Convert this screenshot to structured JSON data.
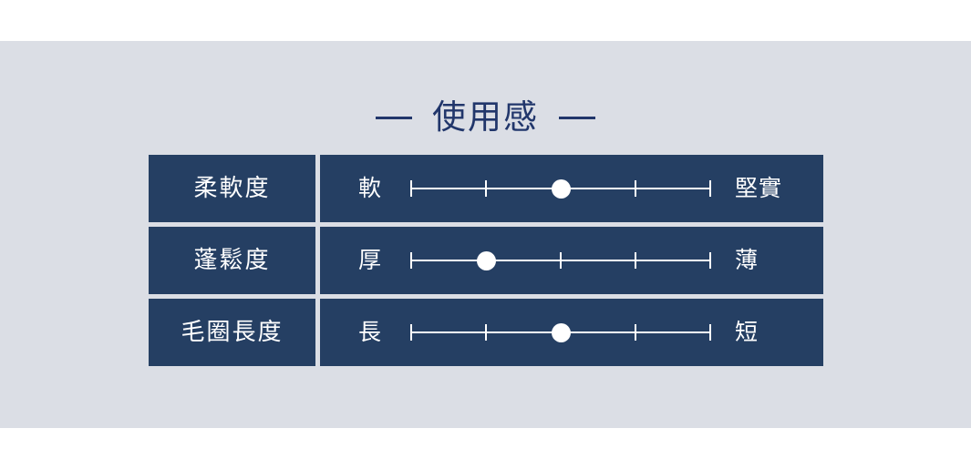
{
  "theme": {
    "background": "#ffffff",
    "panel_background": "#dbdee5",
    "navy": "#253f63",
    "title_navy": "#21366b",
    "marker": "#ffffff"
  },
  "header": {
    "title": "使用感",
    "left_rule": "—",
    "right_rule": "—"
  },
  "chart_data": {
    "type": "table",
    "title": "使用感",
    "scale_points": 5,
    "rows": [
      {
        "attribute": "柔軟度",
        "left_label": "軟",
        "right_label": "堅實",
        "value": 3
      },
      {
        "attribute": "蓬鬆度",
        "left_label": "厚",
        "right_label": "薄",
        "value": 2
      },
      {
        "attribute": "毛圈長度",
        "left_label": "長",
        "right_label": "短",
        "value": 3
      }
    ]
  }
}
